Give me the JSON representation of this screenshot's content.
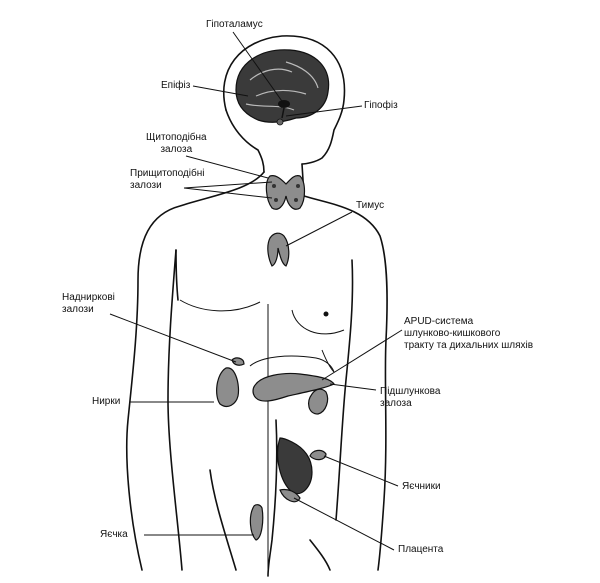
{
  "labels": {
    "hypothalamus": "Гіпоталамус",
    "epiphysis": "Епіфіз",
    "hypophysis": "Гіпофіз",
    "thyroid": "Щитоподібна\nзалоза",
    "parathyroid": "Прищитоподібні\nзалози",
    "thymus": "Тимус",
    "adrenal": "Надниркові\nзалози",
    "apud": "APUD-система\nшлунково-кишкового\nтракту та дихальних шляхів",
    "kidneys": "Нирки",
    "pancreas": "Підшлункова\nзалоза",
    "ovaries": "Яєчники",
    "testes": "Яєчка",
    "placenta": "Плацента"
  },
  "colors": {
    "line": "#111111",
    "gland_fill": "#8d8d8d",
    "brain_fill": "#3a3a3a",
    "background": "#ffffff"
  }
}
